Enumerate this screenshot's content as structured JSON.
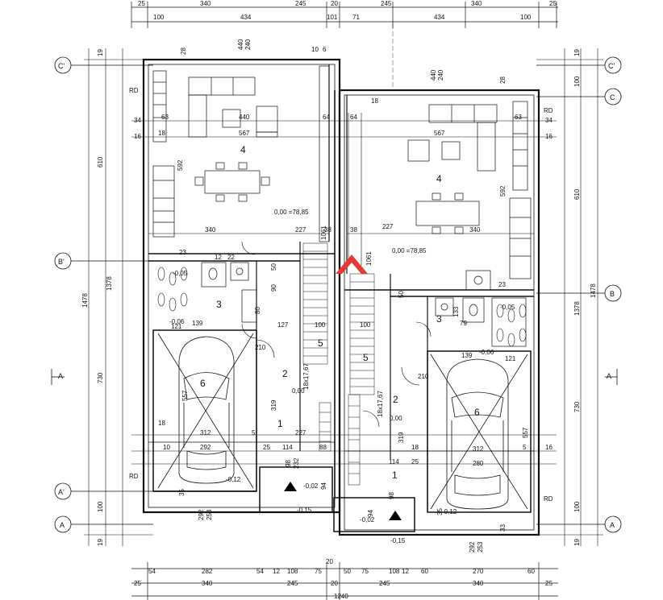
{
  "dimensions": {
    "top_row1": [
      "25",
      "340",
      "245",
      "20",
      "245",
      "340",
      "25"
    ],
    "top_row2": [
      "100",
      "434",
      "101",
      "71",
      "434",
      "100"
    ],
    "bottom_row1": [
      "54",
      "282",
      "54",
      "12",
      "108",
      "75",
      "20",
      "50",
      "75",
      "108",
      "12",
      "60",
      "270",
      "60"
    ],
    "bottom_row2": [
      "25",
      "340",
      "245",
      "20",
      "245",
      "340",
      "25"
    ],
    "bottom_total": "1240",
    "left_vertical": [
      "19",
      "610",
      "1478",
      "1378",
      "730",
      "100",
      "19"
    ],
    "right_vertical": [
      "19",
      "100",
      "610",
      "1378",
      "1478",
      "730",
      "100",
      "19"
    ],
    "left_small": [
      "34",
      "16"
    ],
    "right_small": [
      "34",
      "16"
    ],
    "misc_left": [
      "440",
      "240",
      "28",
      "10",
      "6",
      "63",
      "440",
      "64",
      "567",
      "592",
      "18",
      "340",
      "227",
      "1061",
      "23",
      "12",
      "50",
      "90",
      "80",
      "121",
      "139",
      "127",
      "100",
      "210",
      "319",
      "18",
      "312",
      "5",
      "114",
      "88",
      "292",
      "10",
      "25",
      "35",
      "232",
      "98",
      "94",
      "292",
      "253",
      "557",
      "38",
      "227",
      "22"
    ],
    "misc_right": [
      "440",
      "240",
      "28",
      "18",
      "64",
      "567",
      "63",
      "592",
      "227",
      "340",
      "1061",
      "38",
      "50",
      "79",
      "133",
      "23",
      "100",
      "210",
      "139",
      "121",
      "319",
      "312",
      "280",
      "114",
      "16",
      "25",
      "5",
      "18",
      "98",
      "94",
      "292",
      "253",
      "557",
      "35",
      "33"
    ]
  },
  "axes": {
    "left_markers": [
      "C'",
      "B'",
      "A",
      "A'",
      "A"
    ],
    "right_markers": [
      "C'",
      "C",
      "B",
      "A",
      "A"
    ]
  },
  "rooms": {
    "left": [
      {
        "number": "4",
        "level": "0,00 =78,85"
      },
      {
        "number": "3"
      },
      {
        "number": "5"
      },
      {
        "number": "2",
        "level": "0,00"
      },
      {
        "number": "1"
      },
      {
        "number": "6",
        "level": "-0,12"
      }
    ],
    "right": [
      {
        "number": "4",
        "level": "0,00 =78,85"
      },
      {
        "number": "3"
      },
      {
        "number": "5"
      },
      {
        "number": "2",
        "level": "0,00"
      },
      {
        "number": "1"
      },
      {
        "number": "6",
        "level": "-0,12"
      }
    ]
  },
  "levels": [
    "-0,06",
    "-0,05",
    "-0,06",
    "-0,05",
    "-0,02",
    "-0,15",
    "-0,02",
    "-0,15"
  ],
  "stair_labels": [
    "18x17,67",
    "18x17,67"
  ],
  "rd_labels": [
    "RD",
    "RD",
    "RD",
    "RD"
  ],
  "colors": {
    "line": "#111111",
    "logo": "#e53935",
    "section_arrow": "#000000"
  },
  "icons": [
    "section-arrow-icon",
    "watermark-logo"
  ]
}
